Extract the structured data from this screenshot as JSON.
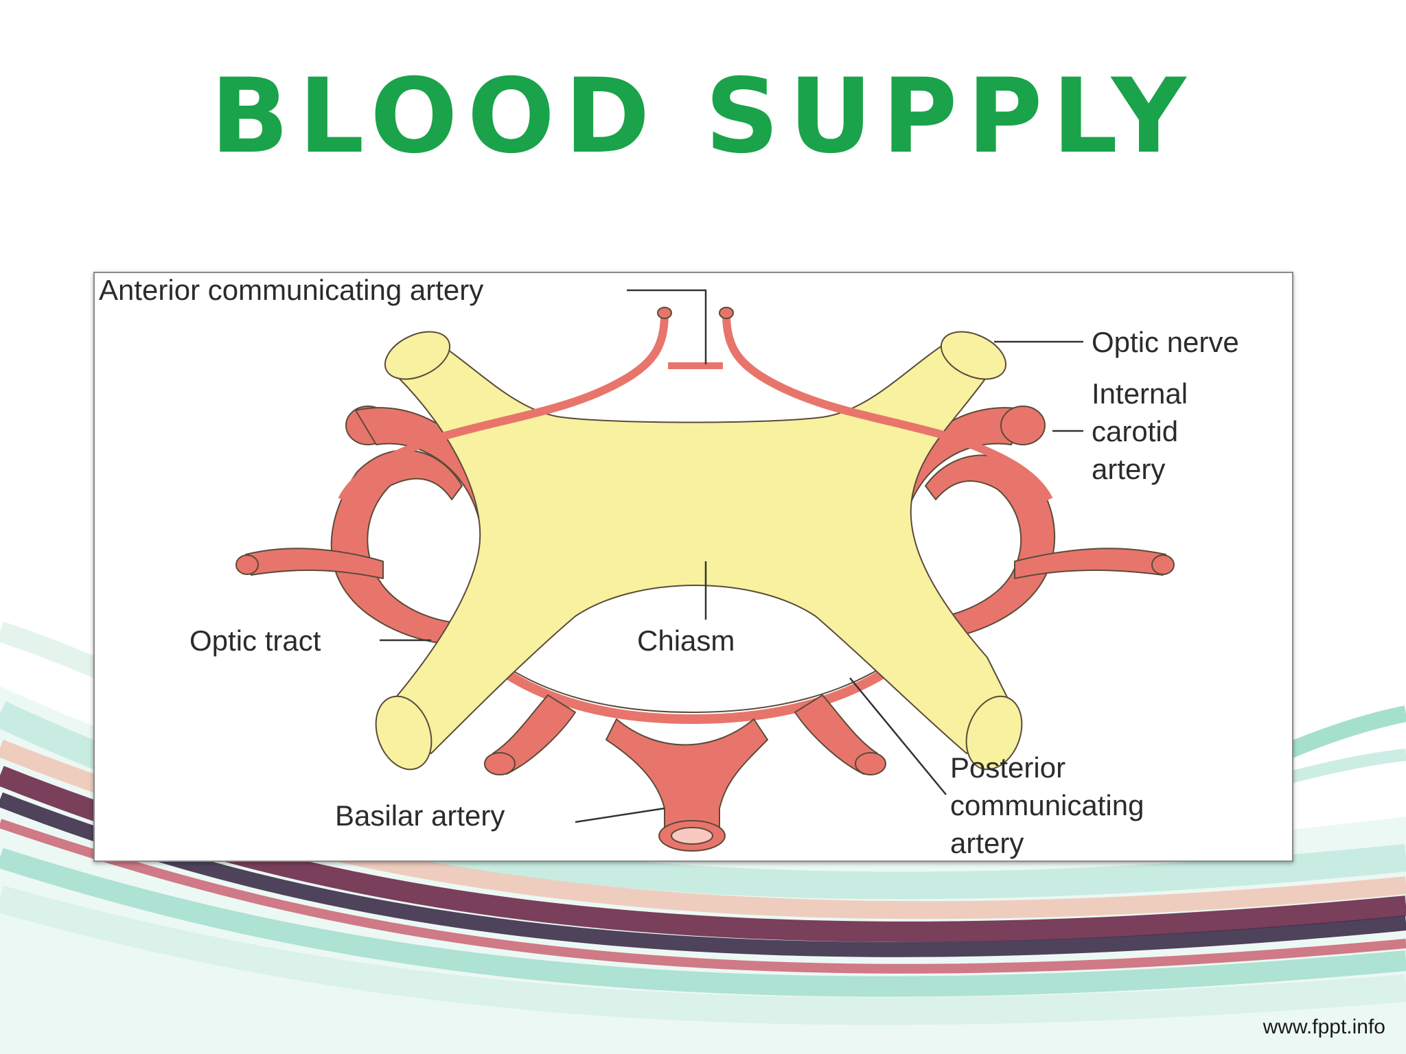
{
  "slide": {
    "title": "BLOOD SUPPLY",
    "footer": "www.fppt.info"
  },
  "diagram": {
    "labels": {
      "anterior_communicating_artery": "Anterior communicating artery",
      "optic_nerve": "Optic nerve",
      "internal_carotid_line1": "Internal",
      "internal_carotid_line2": "carotid",
      "internal_carotid_line3": "artery",
      "optic_tract": "Optic tract",
      "chiasm": "Chiasm",
      "posterior_communicating_line1": "Posterior",
      "posterior_communicating_line2": "communicating",
      "posterior_communicating_line3": "artery",
      "basilar_artery": "Basilar artery"
    }
  },
  "colors": {
    "title_green": "#1aa34a",
    "nerve_yellow": "#f7f1a0",
    "artery_red": "#e8756b",
    "outline": "#5a4a3a"
  }
}
